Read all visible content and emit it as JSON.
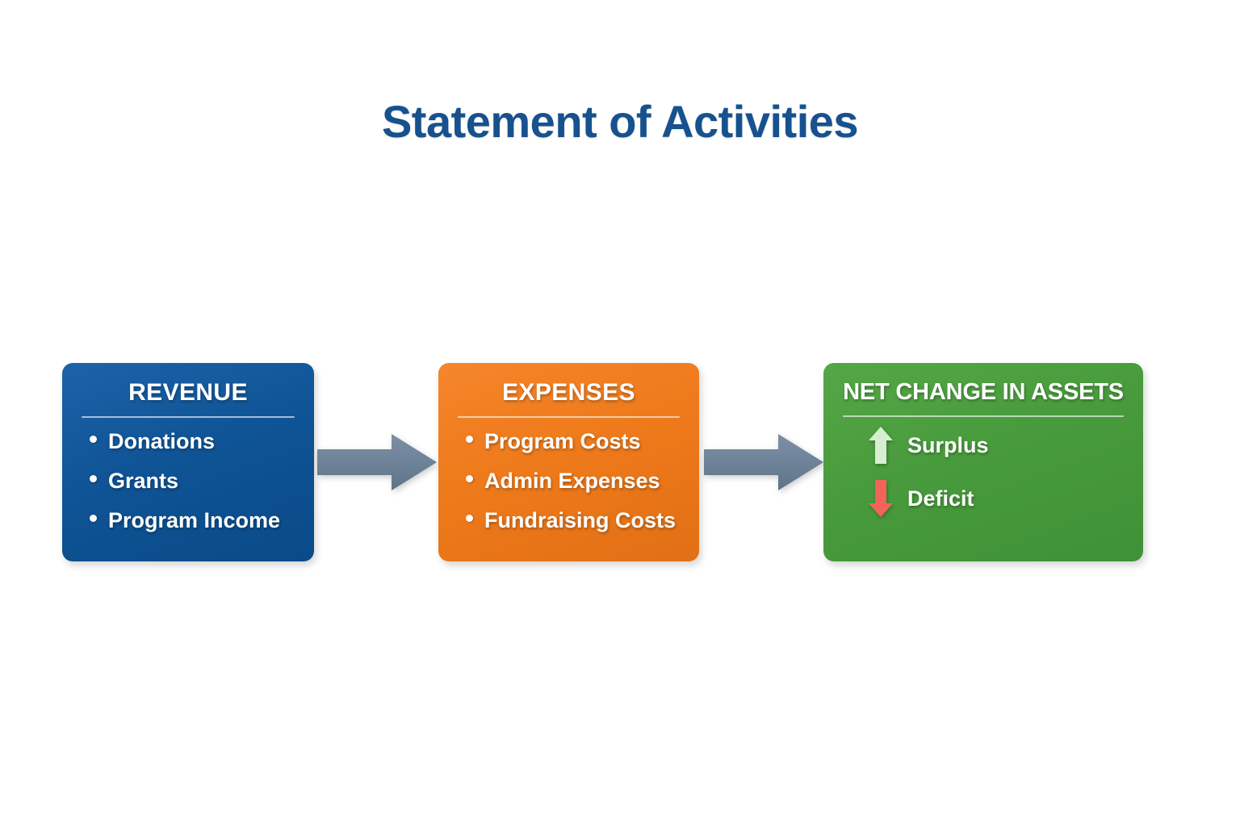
{
  "title": "Statement of Activities",
  "theme": {
    "background": "#ffffff",
    "title_color": "#17518E",
    "revenue_color": "#0F5496",
    "expenses_color": "#EE7A1B",
    "netchange_color": "#489B3C",
    "connector_color": "#6E8299",
    "surplus_arrow_color": "#D5EFD0",
    "deficit_arrow_color": "#F2645A",
    "divider_color": "#ffffff"
  },
  "cards": [
    {
      "id": "revenue",
      "title": "REVENUE",
      "items": [
        "Donations",
        "Grants",
        "Program Income"
      ]
    },
    {
      "id": "expenses",
      "title": "EXPENSES",
      "items": [
        "Program Costs",
        "Admin Expenses",
        "Fundraising Costs"
      ]
    },
    {
      "id": "netchange",
      "title": "NET CHANGE IN ASSETS",
      "outcomes": [
        {
          "label": "Surplus",
          "direction": "up",
          "icon": "arrow-up-icon"
        },
        {
          "label": "Deficit",
          "direction": "down",
          "icon": "arrow-down-icon"
        }
      ]
    }
  ],
  "connectors": [
    {
      "id": "revenue-to-expenses",
      "icon": "arrow-right-icon"
    },
    {
      "id": "expenses-to-netchange",
      "icon": "arrow-right-icon"
    }
  ]
}
